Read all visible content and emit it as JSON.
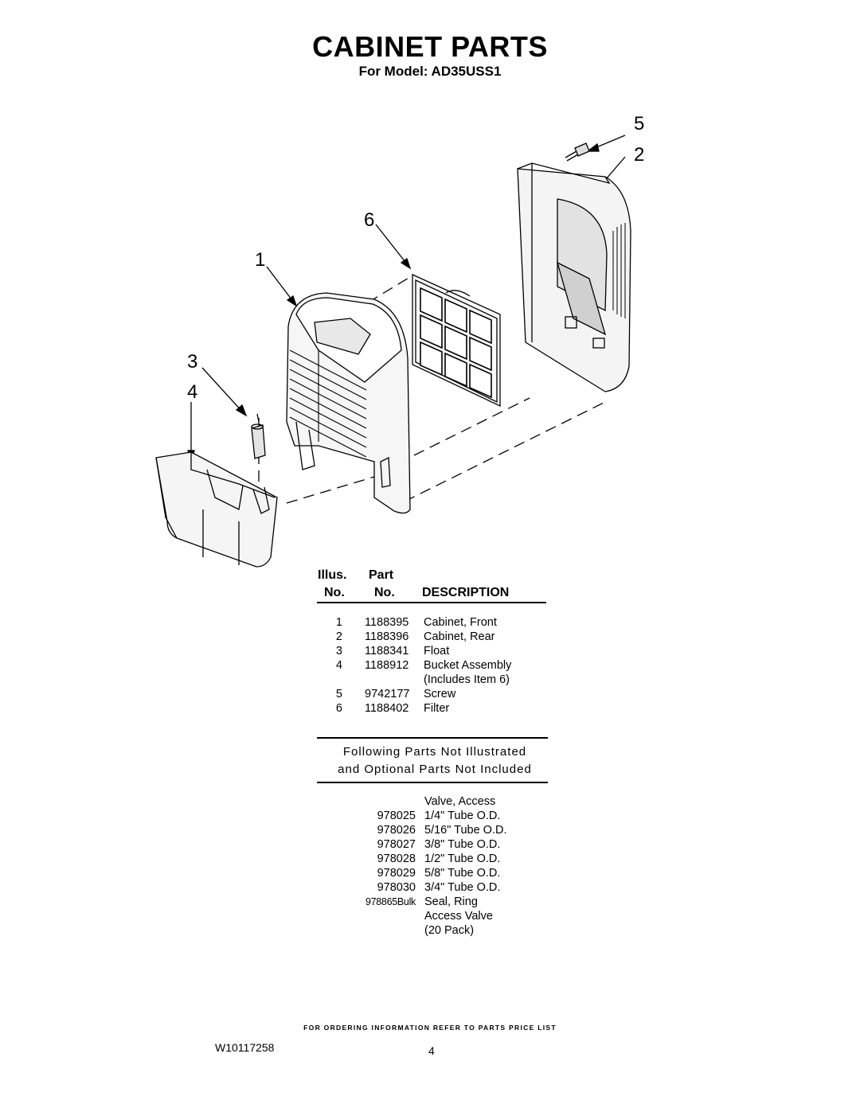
{
  "title": "CABINET PARTS",
  "subtitle": "For Model: AD35USS1",
  "callouts": [
    "5",
    "2",
    "6",
    "1",
    "3",
    "4"
  ],
  "table_header": {
    "illus_line1": "Illus.",
    "illus_line2": "No.",
    "part_line1": "Part",
    "part_line2": "No.",
    "description": "DESCRIPTION"
  },
  "parts": [
    {
      "illus": "1",
      "part": "1188395",
      "desc": "Cabinet, Front",
      "desc2": ""
    },
    {
      "illus": "2",
      "part": "1188396",
      "desc": "Cabinet, Rear",
      "desc2": ""
    },
    {
      "illus": "3",
      "part": "1188341",
      "desc": "Float",
      "desc2": ""
    },
    {
      "illus": "4",
      "part": "1188912",
      "desc": "Bucket Assembly",
      "desc2": "(Includes Item 6)"
    },
    {
      "illus": "5",
      "part": "9742177",
      "desc": "Screw",
      "desc2": ""
    },
    {
      "illus": "6",
      "part": "1188402",
      "desc": "Filter",
      "desc2": ""
    }
  ],
  "not_illustrated": {
    "line1": "Following Parts Not Illustrated",
    "line2": "and Optional Parts Not Included"
  },
  "optional_parts": [
    {
      "part": "",
      "desc": "Valve, Access"
    },
    {
      "part": "978025",
      "desc": "1/4\" Tube O.D."
    },
    {
      "part": "978026",
      "desc": "5/16\" Tube O.D."
    },
    {
      "part": "978027",
      "desc": "3/8\" Tube O.D."
    },
    {
      "part": "978028",
      "desc": "1/2\" Tube O.D."
    },
    {
      "part": "978029",
      "desc": "5/8\" Tube O.D."
    },
    {
      "part": "978030",
      "desc": "3/4\" Tube O.D."
    },
    {
      "part": "978865Bulk",
      "desc": "Seal, Ring"
    },
    {
      "part": "",
      "desc": "Access Valve"
    },
    {
      "part": "",
      "desc": "(20 Pack)"
    }
  ],
  "footer_note": "FOR ORDERING INFORMATION REFER TO PARTS PRICE LIST",
  "doc_number": "W10117258",
  "page_number": "4"
}
